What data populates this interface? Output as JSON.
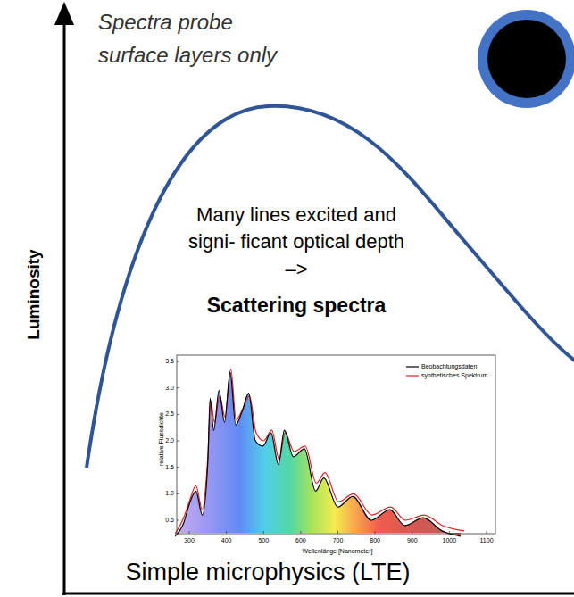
{
  "diagram": {
    "labels": [
      "Spectra probe surface layers only",
      "Luminosity",
      "Many lines excited and signi- ficant optical depth –>",
      "Scattering spectra",
      "3.5",
      "3.0",
      "2.5",
      "2.0",
      "1.5",
      "1.0",
      "0.5",
      "300",
      "400",
      "500",
      "600",
      "700",
      "800",
      "900",
      "1000",
      "1100",
      "relative Flussdichte",
      "Wellenlänge [Nanometer]",
      "Simple microphysics (LTE)"
    ],
    "legend": [
      {
        "text": "Beobachtungsdaten"
      },
      {
        "text": "synthetisches Spektrum"
      }
    ]
  }
}
